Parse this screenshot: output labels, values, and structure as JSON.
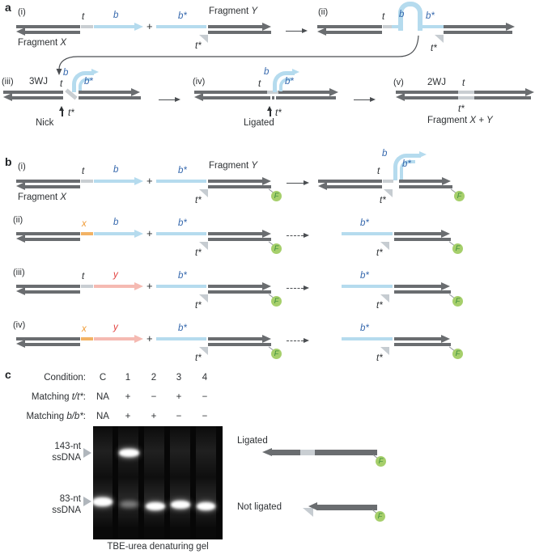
{
  "glossary": {
    "t": "t",
    "b": "b",
    "b_star": "b*",
    "t_star": "t*",
    "x": "x",
    "y": "y",
    "plus": "+",
    "F": "F"
  },
  "fragment": {
    "word": "Fragment",
    "x": "X",
    "y": "Y",
    "xy": "X + Y"
  },
  "panel_a": {
    "letter": "a",
    "step_i": "(i)",
    "step_ii": "(ii)",
    "step_iii": "(iii)",
    "step_iv": "(iv)",
    "step_v": "(v)",
    "wj3": "3WJ",
    "wj2": "2WJ",
    "nick": "Nick",
    "ligated": "Ligated"
  },
  "panel_b": {
    "letter": "b",
    "step_i": "(i)",
    "step_ii": "(ii)",
    "step_iii": "(iii)",
    "step_iv": "(iv)"
  },
  "panel_c": {
    "letter": "c",
    "table": {
      "rows": [
        {
          "pre": "Condition:",
          "it": "",
          "post": "",
          "values": [
            "C",
            "1",
            "2",
            "3",
            "4"
          ]
        },
        {
          "pre": "Matching ",
          "it": "t/t*",
          "post": ":",
          "values": [
            "NA",
            "+",
            "−",
            "+",
            "−"
          ]
        },
        {
          "pre": "Matching ",
          "it": "b/b*",
          "post": ":",
          "values": [
            "NA",
            "+",
            "+",
            "−",
            "−"
          ]
        }
      ]
    },
    "marker_143": {
      "line1": "143-nt",
      "line2": "ssDNA"
    },
    "marker_83": {
      "line1": "83-nt",
      "line2": "ssDNA"
    },
    "caption": "TBE-urea denaturing gel",
    "legend": {
      "ligated": "Ligated",
      "not_ligated": "Not ligated"
    },
    "gel_lanes": [
      {
        "lane": "C",
        "band_143_nt": false,
        "band_83_nt": true
      },
      {
        "lane": "1",
        "band_143_nt": true,
        "band_83_nt": "faint"
      },
      {
        "lane": "2",
        "band_143_nt": false,
        "band_83_nt": true
      },
      {
        "lane": "3",
        "band_143_nt": false,
        "band_83_nt": true
      },
      {
        "lane": "4",
        "band_143_nt": false,
        "band_83_nt": true
      }
    ]
  },
  "colors": {
    "strand_gray": "#6a6d70",
    "segment_light_gray": "#c9ced2",
    "domain_blue": "#b5dbee",
    "blue_text": "#3668ad",
    "orange_segment": "#f2b264",
    "orange_text": "#f09a34",
    "pink_segment": "#f5bab2",
    "red_text": "#e2403d",
    "fluorophore_green": "#a6cf6b",
    "gel_black": "#070707"
  }
}
